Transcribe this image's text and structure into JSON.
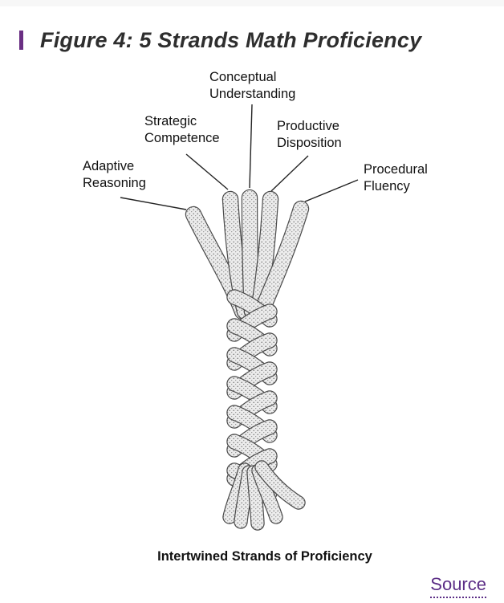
{
  "heading": {
    "title": "Figure 4: 5 Strands Math Proficiency"
  },
  "diagram": {
    "strands": [
      {
        "id": "adaptive-reasoning",
        "lines": [
          "Adaptive",
          "Reasoning"
        ]
      },
      {
        "id": "strategic-competence",
        "lines": [
          "Strategic",
          "Competence"
        ]
      },
      {
        "id": "conceptual-understanding",
        "lines": [
          "Conceptual",
          "Understanding"
        ]
      },
      {
        "id": "productive-disposition",
        "lines": [
          "Productive",
          "Disposition"
        ]
      },
      {
        "id": "procedural-fluency",
        "lines": [
          "Procedural",
          "Fluency"
        ]
      }
    ],
    "caption": "Intertwined Strands of Proficiency"
  },
  "source_link": {
    "label": "Source"
  },
  "colors": {
    "accent": "#6a2f83",
    "link": "#5b2d86",
    "title": "#2e2e2e",
    "line": "#222222",
    "rope_fill": "#e4e4e4",
    "rope_stroke": "#4a4a4a"
  }
}
